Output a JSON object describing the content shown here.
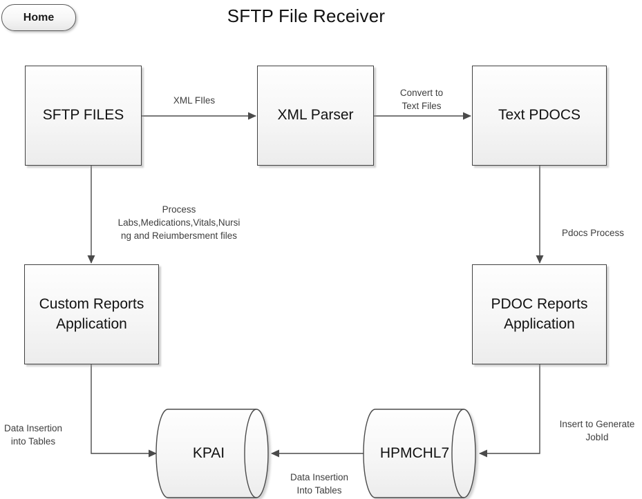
{
  "title": "SFTP File Receiver",
  "home_button": {
    "label": "Home"
  },
  "colors": {
    "background": "#ffffff",
    "shape_border": "#404040",
    "shape_fill_top": "#fefefe",
    "shape_fill_bottom": "#ececec",
    "arrow": "#4a4a4a",
    "node_text": "#111111",
    "edge_label_text": "#3d3d3d",
    "shadow": "#d4d4d4"
  },
  "nodes": {
    "sftp_files": {
      "label": "SFTP FILES",
      "shape": "rectangle"
    },
    "xml_parser": {
      "label": "XML Parser",
      "shape": "rectangle"
    },
    "text_pdocs": {
      "label": "Text PDOCS",
      "shape": "rectangle"
    },
    "custom_reports": {
      "label": "Custom Reports Application",
      "shape": "rectangle"
    },
    "pdoc_reports": {
      "label": "PDOC Reports Application",
      "shape": "rectangle"
    },
    "kpai": {
      "label": "KPAI",
      "shape": "horizontal-cylinder"
    },
    "hpmchl7": {
      "label": "HPMCHL7",
      "shape": "horizontal-cylinder"
    }
  },
  "edges": [
    {
      "from": "SFTP FILES",
      "to": "XML Parser",
      "label_lines": [
        "XML FIles"
      ]
    },
    {
      "from": "XML Parser",
      "to": "Text PDOCS",
      "label_lines": [
        "Convert to",
        "Text Files"
      ]
    },
    {
      "from": "SFTP FILES",
      "to": "Custom Reports Application",
      "label_lines": [
        "Process",
        "Labs,Medications,Vitals,Nursi",
        "ng and Reiumbersment files"
      ]
    },
    {
      "from": "Text PDOCS",
      "to": "PDOC Reports Application",
      "label_lines": [
        "Pdocs Process"
      ]
    },
    {
      "from": "Custom Reports Application",
      "to": "KPAI",
      "label_lines": [
        "Data Insertion",
        "into Tables"
      ]
    },
    {
      "from": "HPMCHL7",
      "to": "KPAI",
      "label_lines": [
        "Data Insertion",
        "Into Tables"
      ]
    },
    {
      "from": "PDOC Reports Application",
      "to": "HPMCHL7",
      "label_lines": [
        "Insert to Generate",
        "JobId"
      ]
    }
  ]
}
